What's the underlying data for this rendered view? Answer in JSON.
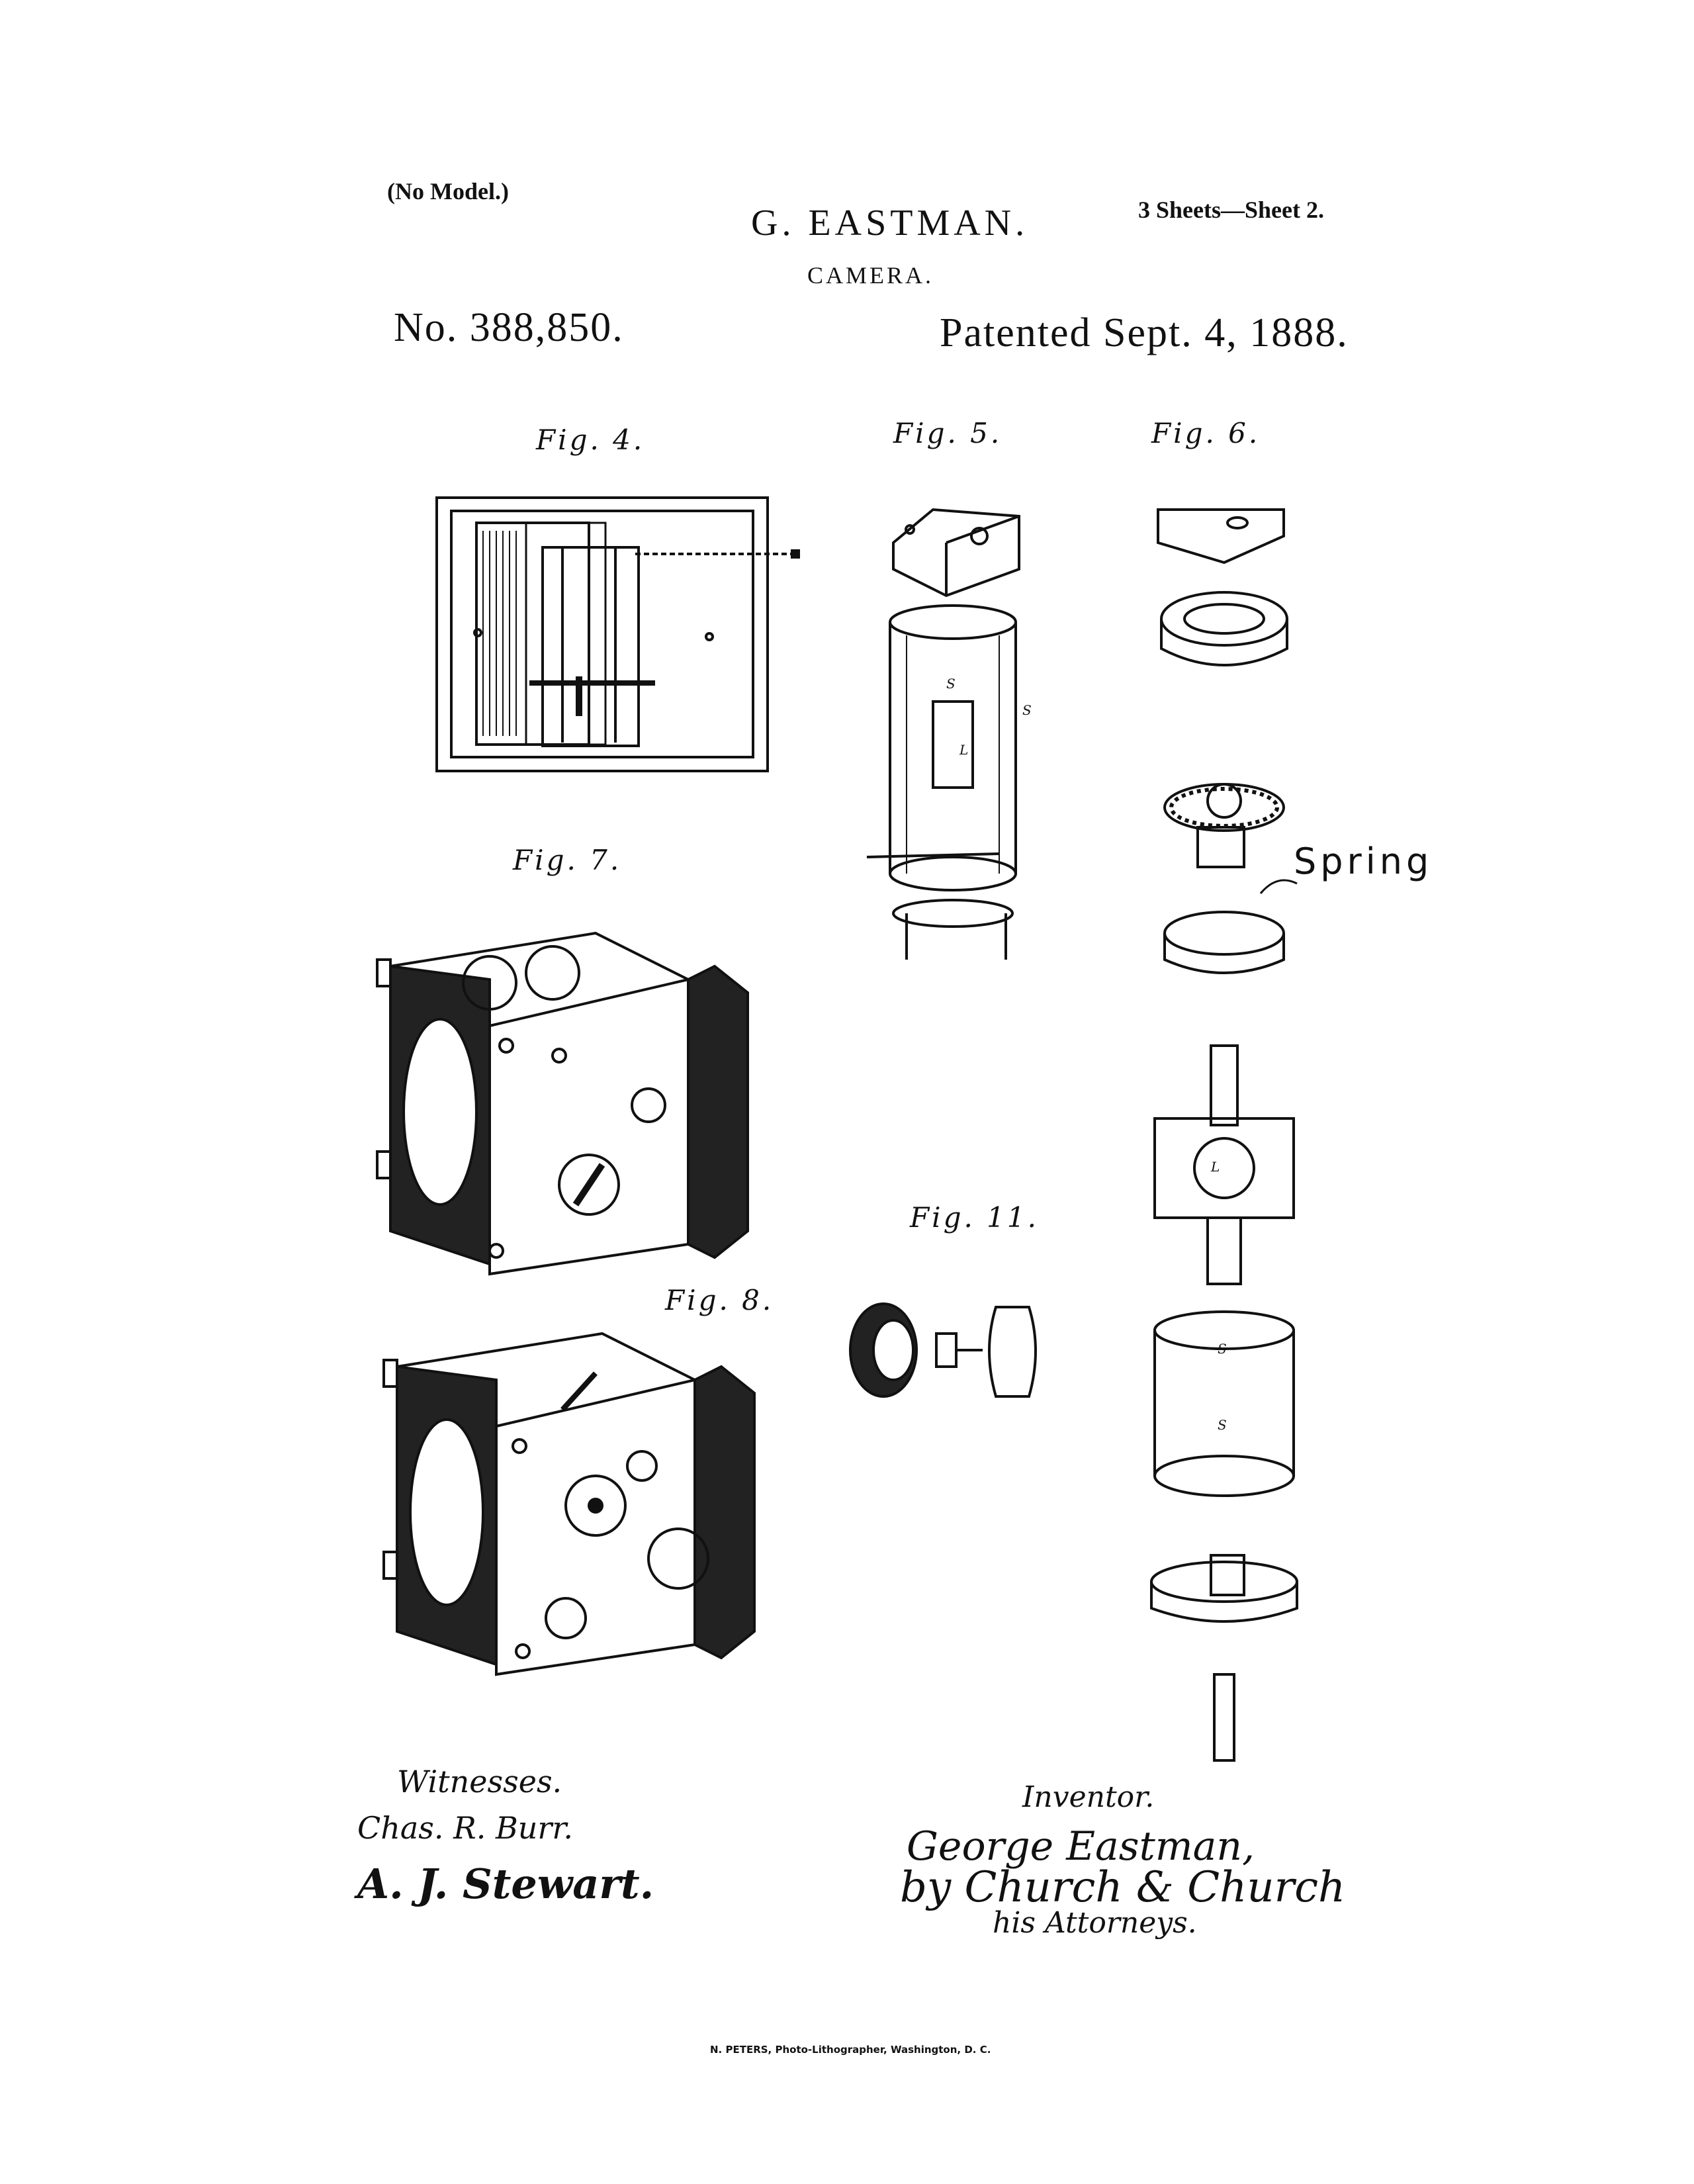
{
  "header": {
    "no_model": "(No Model.)",
    "sheets": "3 Sheets—Sheet 2.",
    "inventor_name": "G. EASTMAN.",
    "title": "CAMERA.",
    "patent_number": "No. 388,850.",
    "patent_date": "Patented Sept. 4, 1888."
  },
  "figures": {
    "fig4": "Fig. 4.",
    "fig5": "Fig. 5.",
    "fig6": "Fig. 6.",
    "fig7": "Fig. 7.",
    "fig8": "Fig. 8.",
    "fig11": "Fig. 11."
  },
  "annotation": {
    "handwritten_note": "Spring"
  },
  "signatures": {
    "witnesses_label": "Witnesses.",
    "witness1": "Chas. R. Burr.",
    "witness2": "A. J. Stewart.",
    "inventor_label": "Inventor.",
    "inventor": "George Eastman,",
    "attorneys": "by Church & Church",
    "attorneys_label": "his Attorneys."
  },
  "footer": {
    "printer": "N. PETERS, Photo-Lithographer, Washington, D. C."
  }
}
